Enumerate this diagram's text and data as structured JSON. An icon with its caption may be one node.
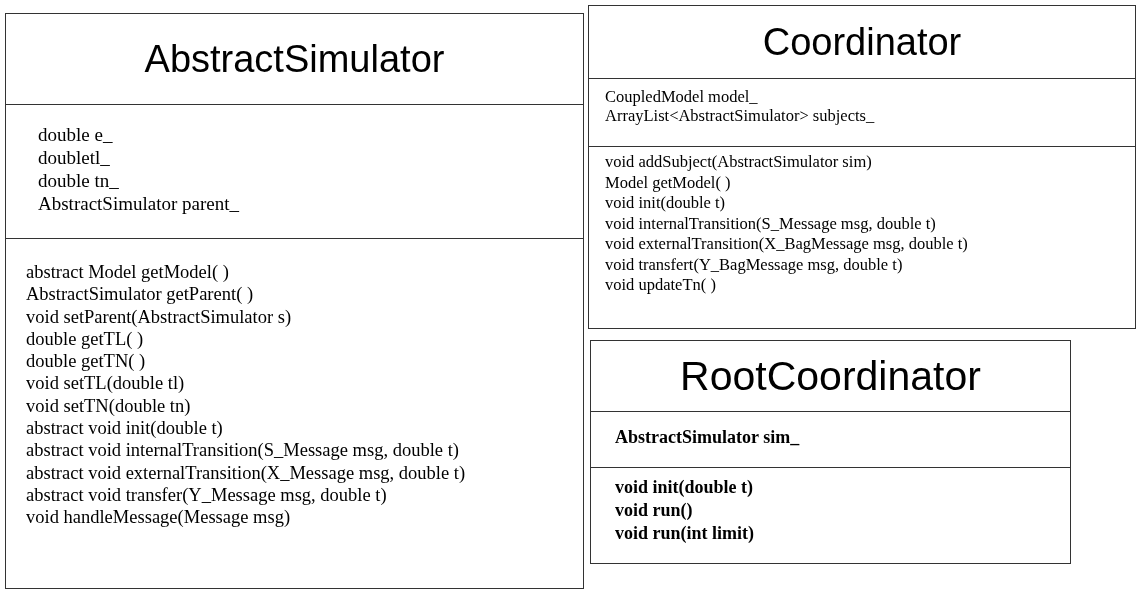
{
  "diagram": {
    "nodes": [
      {
        "text": [
          "AbstractSimulator"
        ]
      },
      {
        "text": [
          "double e_",
          "doubletl_",
          "double tn_",
          "AbstractSimulator parent_"
        ],
        "in": 0
      },
      {
        "text": [
          "abstract Model getModel( )",
          "AbstractSimulator getParent( )",
          "void setParent(AbstractSimulator s)",
          "double getTL( )",
          "double getTN( )",
          "void setTL(double tl)",
          "void setTN(double tn)",
          "abstract void init(double t)",
          "abstract void internalTransition(S_Message msg, double t)",
          "abstract void externalTransition(X_Message msg, double t)",
          "abstract void transfer(Y_Message msg, double t)",
          "void handleMessage(Message msg)"
        ],
        "in": 0
      },
      {
        "text": [
          "Coordinator"
        ]
      },
      {
        "text": [
          "CoupledModel model_",
          "ArrayList<AbstractSimulator> subjects_"
        ],
        "in": 3
      },
      {
        "text": [
          "void addSubject(AbstractSimulator sim)",
          "Model getModel( )",
          "void init(double t)",
          "void internalTransition(S_Message msg, double t)",
          "void externalTransition(X_BagMessage msg, double t)",
          "void transfert(Y_BagMessage msg, double t)",
          "void updateTn( )"
        ],
        "in": 3
      },
      {
        "text": [
          "RootCoordinator"
        ]
      },
      {
        "text": [
          "AbstractSimulator sim_"
        ],
        "in": 6
      },
      {
        "text": [
          "void init(double t)",
          "void run()",
          "void run(int limit)"
        ],
        "in": 6
      }
    ]
  }
}
